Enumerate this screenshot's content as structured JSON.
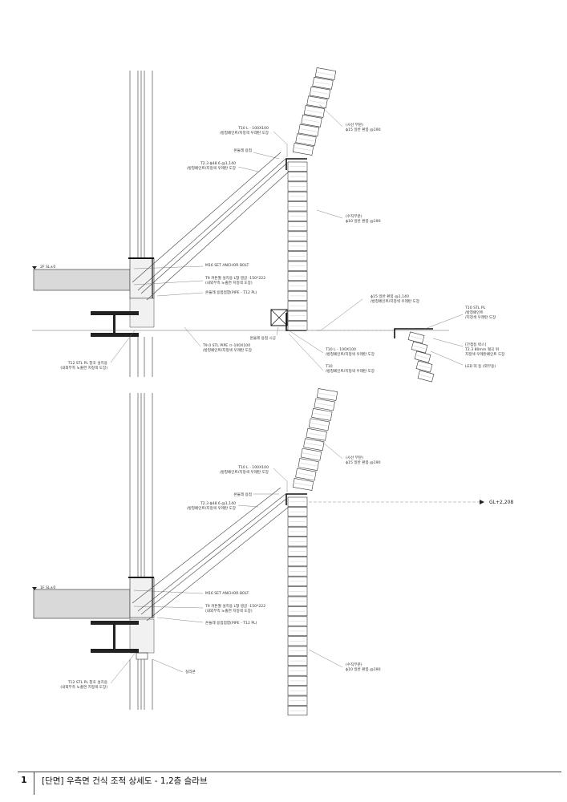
{
  "upper_section": {
    "brick_upper": {
      "line1": "(사선 부분)",
      "line2": "ϕ15 일반 환봉 @190"
    },
    "angle": {
      "line1": "T10 L - 100X100",
      "line2": "/방청페인트/지정색 우레탄 도장"
    },
    "weld": "온둘레 용접",
    "pipe": {
      "line1": "T2.3 ϕ48.6 @1,140",
      "line2": "/방청페인트/지정색 우레탄 도장"
    },
    "brick_vertical": {
      "line1": "(수직부분)",
      "line2": "ϕ10 일반 환봉 @190"
    },
    "level": "2F SL±0",
    "anchor": "M16 SET ANCHOR BOLT",
    "curtain_angle": {
      "line1": "T9 커튼월 설치용 L형 앵글 -150*222",
      "line2": "(내외부측 노출면 지정색 도장)"
    },
    "weld_pipe": "온둘레 용접접합(PIPE - T12 PL)",
    "rod_1140": {
      "line1": "ϕ15 일반 환봉 @1,140",
      "line2": "/방청페인트/지정색 우레탄 도장"
    },
    "t10_pl": {
      "line1": "T10 STL PL",
      "line2": "/방청페인트",
      "line3": "/지정색 우레탄 도장"
    },
    "weld_site": "온둘레 용접 시공",
    "stl_pipe": {
      "line1": "T9.0 STL PIPE ㅁ-100X100",
      "line2": "/방청페인트/지정색 우레탄 도장"
    },
    "angle_lower": {
      "line1": "T10 L - 100X100",
      "line2": "/방청페인트/지정색 우레탄 도장"
    },
    "t10": {
      "line1": "T10",
      "line2": "/방청페인트/지정색 우레탄 도장"
    },
    "signbox": {
      "line1": "[간접등 박스]",
      "line2": "T2.3 80mm 절곡 위",
      "line3": "지정색 우레탄페인트 도장"
    },
    "led": "LED 띠 등 (외부용)",
    "t12_pl": {
      "line1": "T12 STL PL 창호 설치용",
      "line2": "(내외부측 노출면 지정색 도장)"
    }
  },
  "lower_section": {
    "brick_upper": {
      "line1": "(사선 부분)",
      "line2": "ϕ15 일반 환봉 @190"
    },
    "angle": {
      "line1": "T10 L - 100X100",
      "line2": "/방청페인트/지정색 우레탄 도장"
    },
    "weld": "온둘레 용접",
    "pipe": {
      "line1": "T2.3 ϕ48.6 @1,140",
      "line2": "/방청페인트/지정색 우레탄 도장"
    },
    "gl": "GL+2,208",
    "level": "1F SL±0",
    "anchor": "M16 SET ANCHOR BOLT",
    "curtain_angle": {
      "line1": "T9 커튼월 설치용 L형 앵글 -150*222",
      "line2": "(내외부측 노출면 지정색 도장)"
    },
    "weld_pipe": "온둘레 용접접합(PIPE - T12 PL)",
    "sealant": "실리콘",
    "t12_pl": {
      "line1": "T12 STL PL 창호 설치용",
      "line2": "(내외부측 노출면 지정색 도장)"
    },
    "brick_vertical": {
      "line1": "(수직부분)",
      "line2": "ϕ10 일반 환봉 @190"
    }
  },
  "footer": {
    "page_number": "1",
    "title": "[단면] 우측면 건식 조적 상세도 - 1,2층 슬라브"
  }
}
